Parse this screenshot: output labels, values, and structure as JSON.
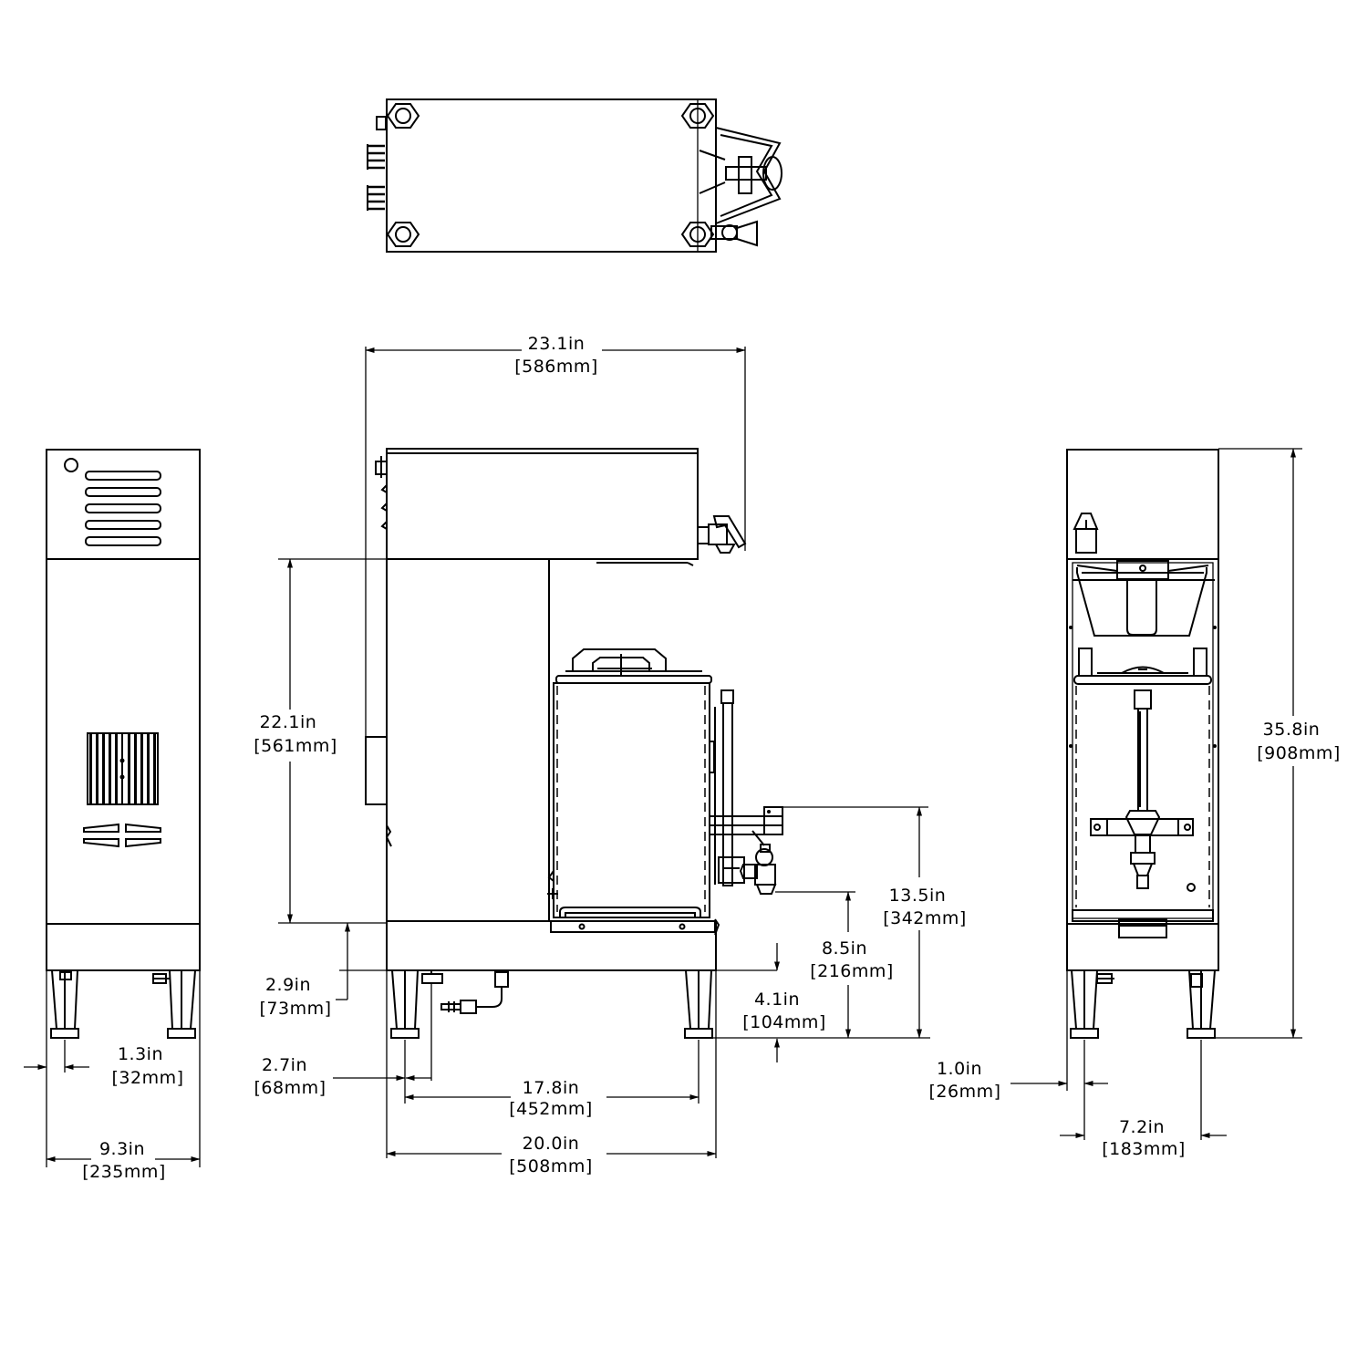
{
  "dimensions": {
    "overall_depth": {
      "imperial": "23.1in",
      "metric": "[586mm]"
    },
    "leg_clearance_to_top": {
      "imperial": "22.1in",
      "metric": "[561mm]"
    },
    "overall_height": {
      "imperial": "35.8in",
      "metric": "[908mm]"
    },
    "faucet_height_front": {
      "imperial": "13.5in",
      "metric": "[342mm]"
    },
    "faucet_height": {
      "imperial": "8.5in",
      "metric": "[216mm]"
    },
    "base_height": {
      "imperial": "2.9in",
      "metric": "[73mm]"
    },
    "leg_height": {
      "imperial": "4.1in",
      "metric": "[104mm]"
    },
    "rear_leg_inset": {
      "imperial": "2.7in",
      "metric": "[68mm]"
    },
    "leg_spacing_depth": {
      "imperial": "17.8in",
      "metric": "[452mm]"
    },
    "base_depth": {
      "imperial": "20.0in",
      "metric": "[508mm]"
    },
    "side_leg_inset": {
      "imperial": "1.3in",
      "metric": "[32mm]"
    },
    "width": {
      "imperial": "9.3in",
      "metric": "[235mm]"
    },
    "front_leg_inset": {
      "imperial": "1.0in",
      "metric": "[26mm]"
    },
    "front_leg_spacing": {
      "imperial": "7.2in",
      "metric": "[183mm]"
    }
  }
}
